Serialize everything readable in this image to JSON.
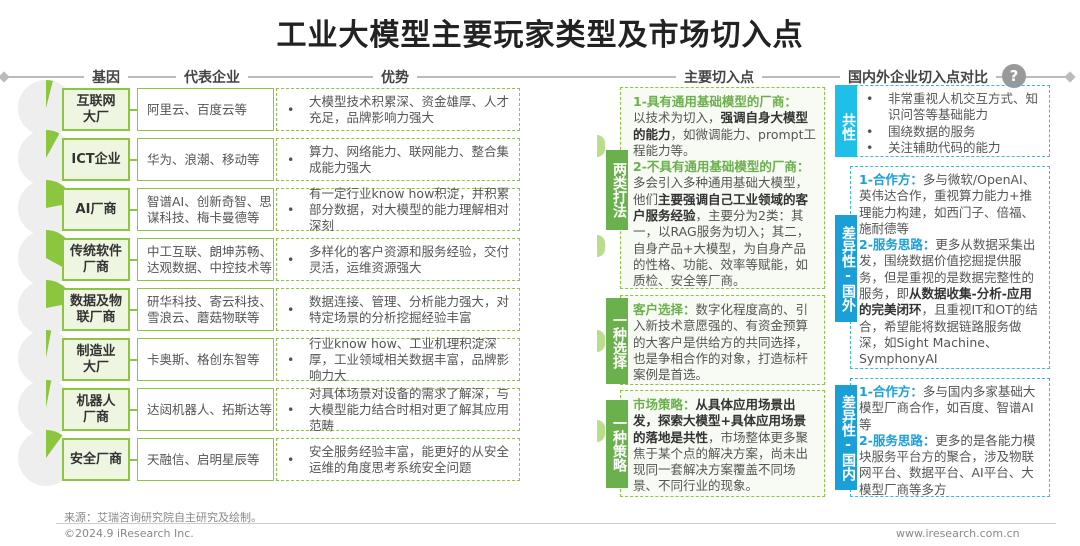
{
  "title": "工业大模型主要玩家类型及市场切入点",
  "headers": {
    "gene": "基因",
    "enterprise": "代表企业",
    "advantage": "优势",
    "entry": "主要切入点",
    "compare": "国内外企业切入点对比"
  },
  "accent_green": "#8cc63f",
  "accent_blue": "#1a9fd8",
  "rows": [
    {
      "gene": "互联网大厂",
      "enterprise": "阿里云、百度云等",
      "advantage": "大模型技术积累深、资金雄厚、人才充足，品牌影响力强大",
      "share": 0.04
    },
    {
      "gene": "ICT企业",
      "enterprise": "华为、浪潮、移动等",
      "advantage": "算力、网络能力、联网能力、整合集成能力强大",
      "share": 0.08
    },
    {
      "gene": "AI厂商",
      "enterprise": "智谱AI、创新奇智、思谋科技、梅卡曼德等",
      "advantage": "有一定行业know how积淀，并积累部分数据，对大模型的能力理解相对深刻",
      "share": 0.22
    },
    {
      "gene": "传统软件厂商",
      "enterprise": "中工互联、朗坤苏畅、达观数据、中控技术等",
      "advantage": "多样化的客户资源和服务经验，交付灵活，运维资源强大",
      "share": 0.33
    },
    {
      "gene": "数据及物联厂商",
      "enterprise": "研华科技、寄云科技、雪浪云、蘑菇物联等",
      "advantage": "数据连接、管理、分析能力强大，对特定场景的分析挖掘经验丰富",
      "share": 0.22
    },
    {
      "gene": "制造业大厂",
      "enterprise": "卡奥斯、格创东智等",
      "advantage": "行业know how、工业机理积淀深厚，工业领域相关数据丰富，品牌影响力大",
      "share": 0.03
    },
    {
      "gene": "机器人厂商",
      "enterprise": "达闼机器人、拓斯达等",
      "advantage": "对具体场景对设备的需求了解深，与大模型能力结合时相对更了解其应用范畴",
      "share": 0.03
    },
    {
      "gene": "安全厂商",
      "enterprise": "天融信、启明星辰等",
      "advantage": "安全服务经验丰富，能更好的从安全运维的角度思考系统安全问题",
      "share": 0.1
    }
  ],
  "entry": {
    "two": {
      "label": "两类打法",
      "h1": "1-具有通用基础模型的厂商：",
      "t1a": "以技术为切入，",
      "t1b": "强调自身大模型的能力",
      "t1c": "，如微调能力、prompt工程能力等。",
      "h2": "2-不具有通用基础模型的厂商：",
      "t2a": "多会引入多种通用基础大模型，他们",
      "t2b": "主要强调自己工业领域的客户服务经验",
      "t2c": "，主要分为2类：其一，以RAG服务为切入；其二，自身产品+大模型，为自身产品的性格、功能、效率等赋能，如质检、安全等厂商。"
    },
    "choice": {
      "label": "一种选择",
      "h": "客户选择：",
      "t": "数字化程度高的、引入新技术意愿强的、有资金预算的大客户是供给方的共同选择，也是争相合作的对象，打造标杆案例是首选。"
    },
    "strategy": {
      "label": "一种策略",
      "h": "市场策略：",
      "tb": "从具体应用场景出发，探索大模型+具体应用场景的落地是共性",
      "t": "，市场整体更多聚焦于某个点的解决方案，尚未出现同一套解决方案覆盖不同场景、不同行业的现象。"
    }
  },
  "compare": {
    "common": {
      "label": "共性",
      "items": [
        "非常重视人机交互方式、知识问答等基础能力",
        "围绕数据的服务",
        "关注辅助代码的能力"
      ]
    },
    "overseas": {
      "label": "差异性-国外",
      "h1": "1-合作方：",
      "t1": "多与微软/OpenAI、英伟达合作，重视算力能力+推理能力构建，如西门子、倍福、施耐德等",
      "h2": "2-服务思路：",
      "t2a": "更多从数据采集出发，围绕数据价值挖掘提供服务，但是重视的是数据完整性的服务，即",
      "t2b": "从数据收集-分析-应用的完美闭环",
      "t2c": "，且重视IT和OT的结合，希望能将数据链路服务做深，如Sight Machine、SymphonyAI"
    },
    "domestic": {
      "label": "差异性-国内",
      "h1": "1-合作方：",
      "t1": "多与国内多家基础大模型厂商合作，如百度、智谱AI等",
      "h2": "2-服务思路：",
      "t2": "更多的是各能力模块服务平台方的聚合，涉及物联网平台、数据平台、AI平台、大模型厂商等多方"
    }
  },
  "help_icon": "?",
  "footer": {
    "source": "来源：艾瑞咨询研究院自主研究及绘制。",
    "copyright": "©2024.9 iResearch Inc.",
    "url": "www.iresearch.com.cn"
  }
}
